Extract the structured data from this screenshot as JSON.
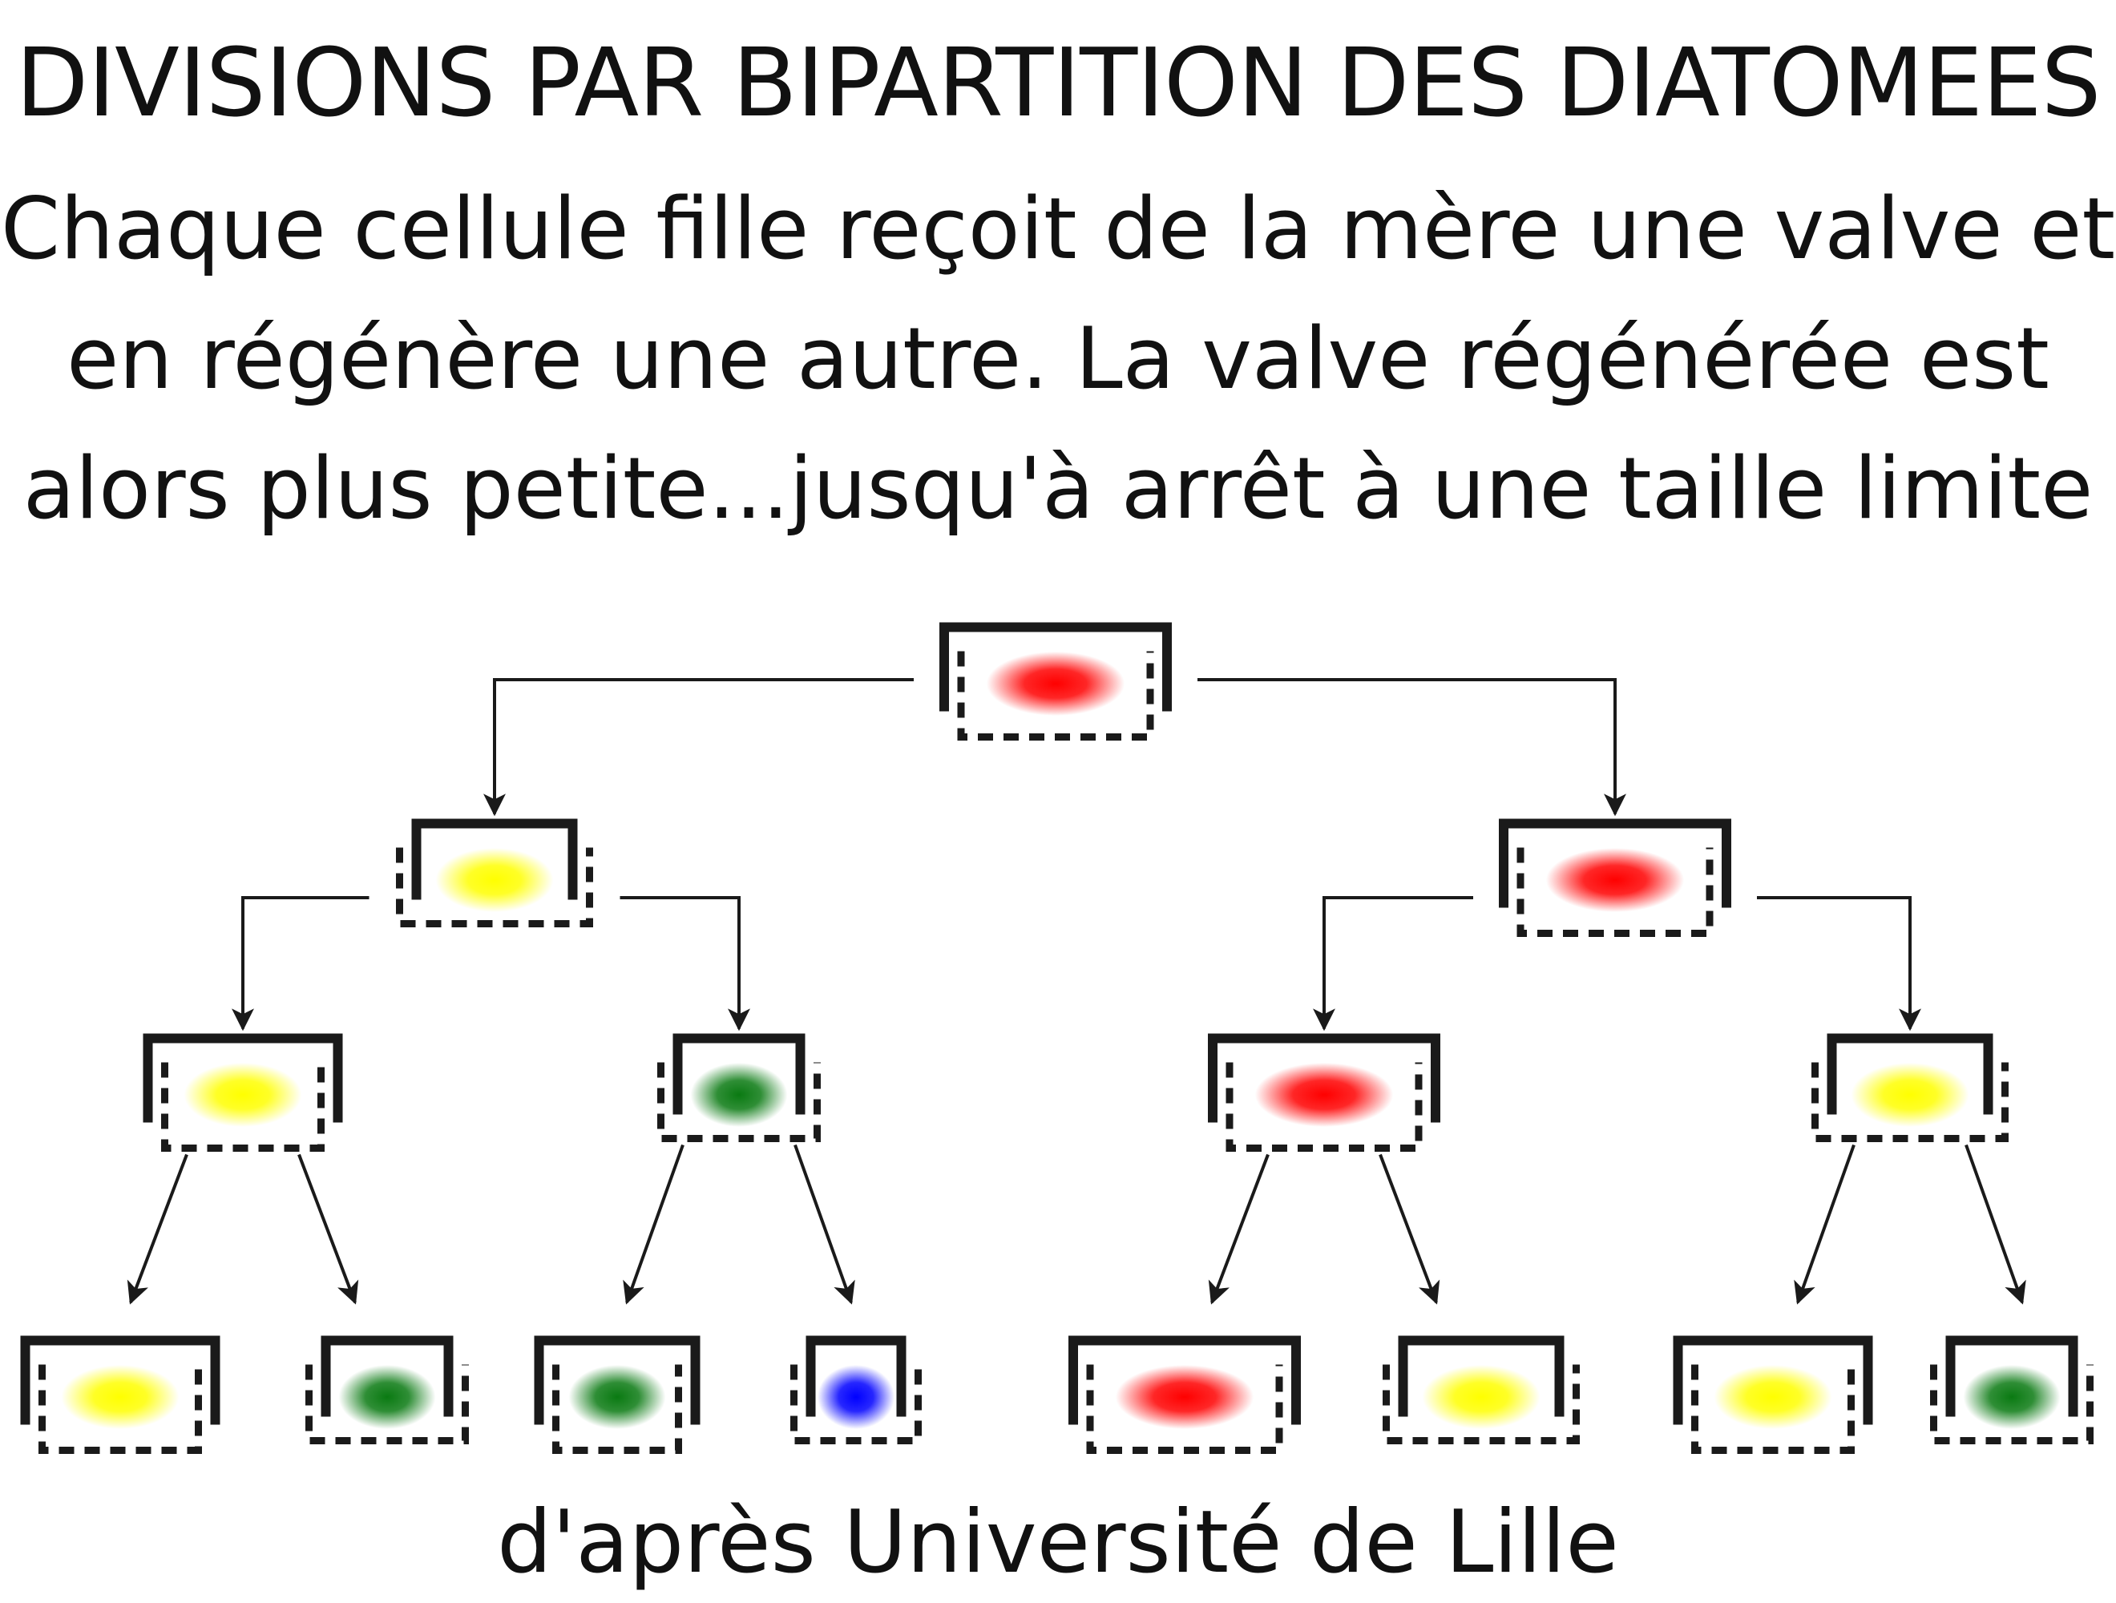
{
  "title": "DIVISIONS PAR BIPARTITION DES DIATOMEES",
  "subtitle_lines": [
    "Chaque cellule fille reçoit de la mère une valve et",
    "en régénère une autre. La valve régénérée est",
    "alors plus petite...jusqu'à arrêt à une taille limite"
  ],
  "caption": "d'après Université de Lille",
  "colors": {
    "ink": "#1a1a1a",
    "red": "#ff0000",
    "yellow": "#ffff00",
    "green": "#0a7a12",
    "blue": "#0000ff"
  },
  "cells": [
    {
      "id": "c0",
      "generation": 0,
      "size": 4,
      "nucleus": "red",
      "inherited_valve": "large"
    },
    {
      "id": "c1",
      "generation": 1,
      "size": 3,
      "nucleus": "yellow",
      "inherited_valve": "small",
      "parent": "c0"
    },
    {
      "id": "c2",
      "generation": 1,
      "size": 4,
      "nucleus": "red",
      "inherited_valve": "large",
      "parent": "c0"
    },
    {
      "id": "c3",
      "generation": 2,
      "size": 3,
      "nucleus": "yellow",
      "inherited_valve": "large",
      "parent": "c1"
    },
    {
      "id": "c4",
      "generation": 2,
      "size": 2,
      "nucleus": "green",
      "inherited_valve": "small",
      "parent": "c1"
    },
    {
      "id": "c5",
      "generation": 2,
      "size": 4,
      "nucleus": "red",
      "inherited_valve": "large",
      "parent": "c2"
    },
    {
      "id": "c6",
      "generation": 2,
      "size": 3,
      "nucleus": "yellow",
      "inherited_valve": "small",
      "parent": "c2"
    },
    {
      "id": "c7",
      "generation": 3,
      "size": 3,
      "nucleus": "yellow",
      "inherited_valve": "large",
      "parent": "c3"
    },
    {
      "id": "c8",
      "generation": 3,
      "size": 2,
      "nucleus": "green",
      "inherited_valve": "small",
      "parent": "c3"
    },
    {
      "id": "c9",
      "generation": 3,
      "size": 2,
      "nucleus": "green",
      "inherited_valve": "large",
      "parent": "c4"
    },
    {
      "id": "c10",
      "generation": 3,
      "size": 1,
      "nucleus": "blue",
      "inherited_valve": "small",
      "parent": "c4"
    },
    {
      "id": "c11",
      "generation": 3,
      "size": 4,
      "nucleus": "red",
      "inherited_valve": "large",
      "parent": "c5"
    },
    {
      "id": "c12",
      "generation": 3,
      "size": 3,
      "nucleus": "yellow",
      "inherited_valve": "small",
      "parent": "c5"
    },
    {
      "id": "c13",
      "generation": 3,
      "size": 3,
      "nucleus": "yellow",
      "inherited_valve": "large",
      "parent": "c6"
    },
    {
      "id": "c14",
      "generation": 3,
      "size": 2,
      "nucleus": "green",
      "inherited_valve": "small",
      "parent": "c6"
    }
  ]
}
